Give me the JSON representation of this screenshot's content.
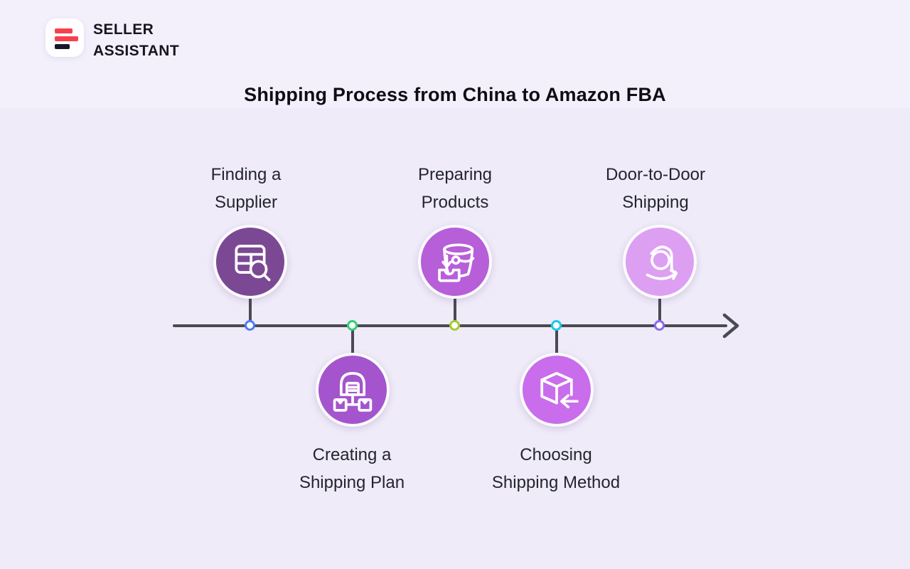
{
  "brand": {
    "line1": "SELLER",
    "line2": "ASSISTANT"
  },
  "title": "Shipping Process from China to Amazon FBA",
  "colors": {
    "background": "#efebf9",
    "top_band": "#f3f0fc",
    "timeline_line": "#4a4a52",
    "text_dark": "#16161f",
    "label_text": "#23252e",
    "logo_red": "#f8404d",
    "logo_dark": "#171727",
    "circle_ring": "#fbfafd"
  },
  "steps": [
    {
      "label_line1": "Finding a",
      "label_line2": "Supplier",
      "position": "above-timeline",
      "icon": "table-search-icon",
      "circle_color": "#7b4993",
      "dot_color": "#4d7ef2"
    },
    {
      "label_line1": "Creating a",
      "label_line2": "Shipping Plan",
      "position": "below-timeline",
      "icon": "warehouse-distribution-icon",
      "circle_color": "#a455cd",
      "dot_color": "#2fd076"
    },
    {
      "label_line1": "Preparing",
      "label_line2": "Products",
      "position": "above-timeline",
      "icon": "bucket-packing-icon",
      "circle_color": "#b75ed9",
      "dot_color": "#a6cb33"
    },
    {
      "label_line1": "Choosing",
      "label_line2": "Shipping Method",
      "position": "below-timeline",
      "icon": "package-return-arrow-icon",
      "circle_color": "#c96dec",
      "dot_color": "#19c8f0"
    },
    {
      "label_line1": "Door-to-Door",
      "label_line2": "Shipping",
      "position": "above-timeline",
      "icon": "amazon-a-icon",
      "circle_color": "#dd9ff2",
      "dot_color": "#8d68f3"
    }
  ]
}
